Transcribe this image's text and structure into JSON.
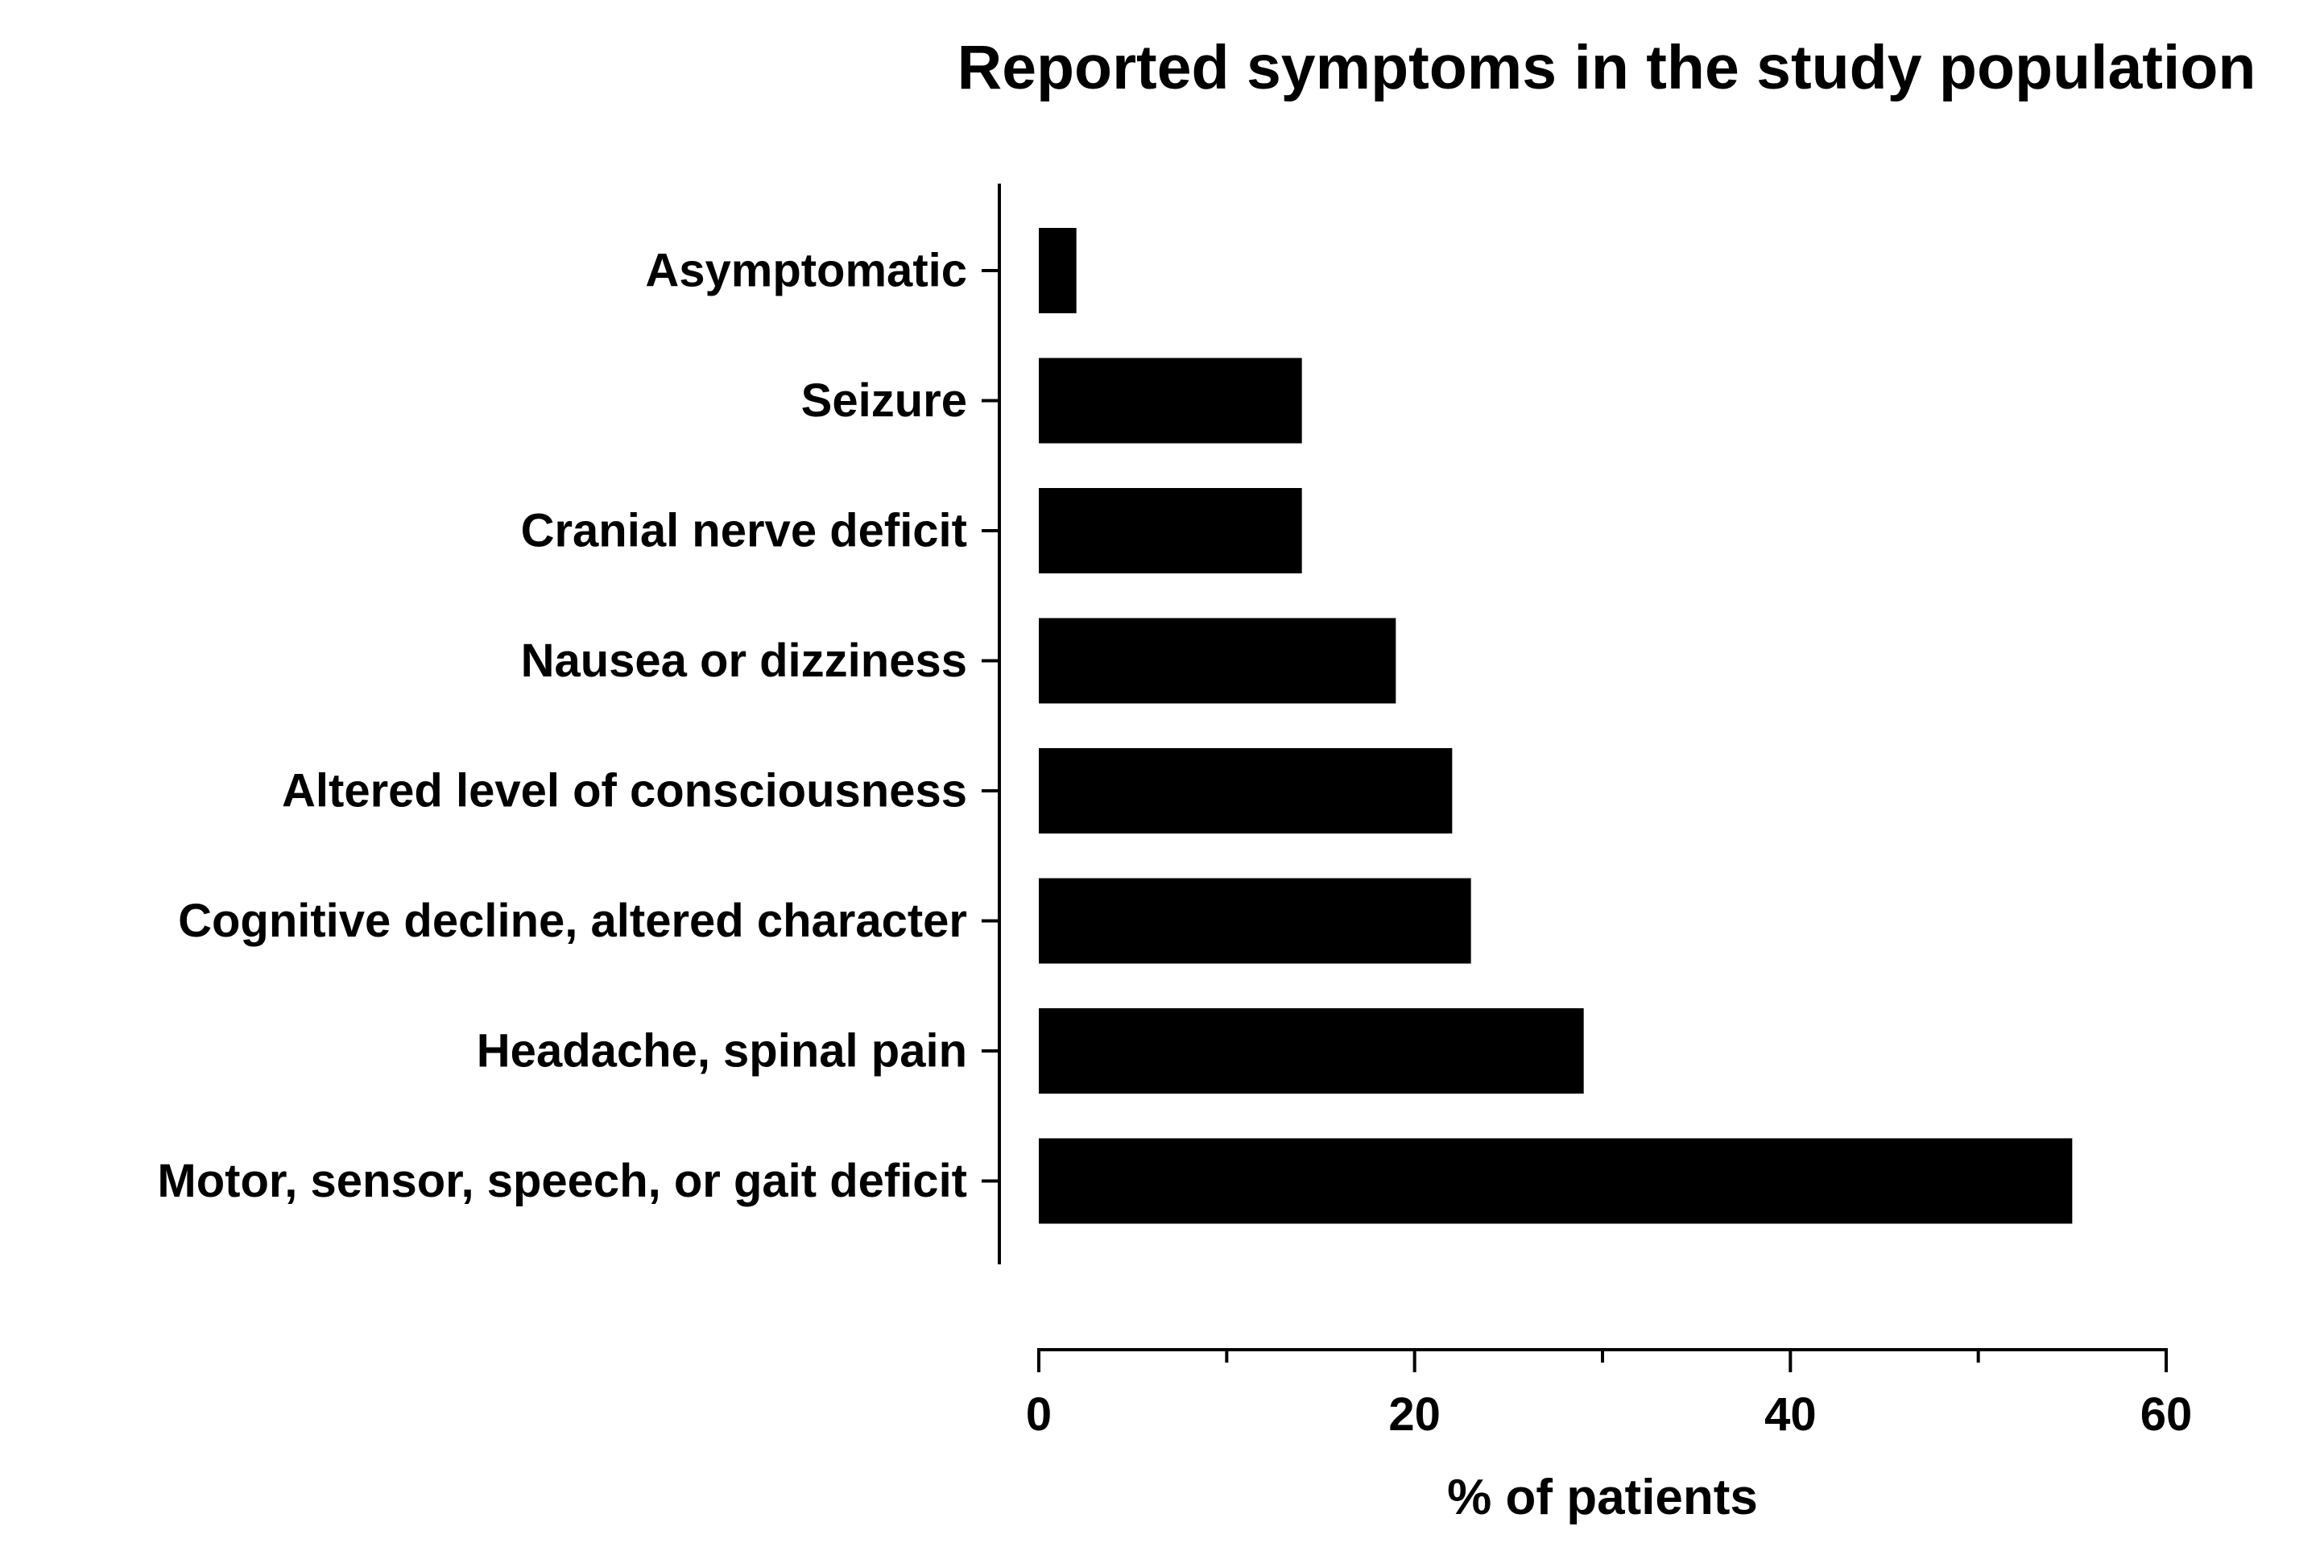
{
  "chart_data": {
    "type": "bar",
    "orientation": "horizontal",
    "title": "Reported symptoms in the study population",
    "xlabel": "% of patients",
    "ylabel": "",
    "categories": [
      "Asymptomatic",
      "Seizure",
      "Cranial nerve deficit",
      "Nausea or dizziness",
      "Altered level of consciousness",
      "Cognitive decline, altered character",
      "Headache, spinal pain",
      "Motor, sensor, speech, or gait deficit"
    ],
    "values": [
      2,
      14,
      14,
      19,
      22,
      23,
      29,
      55
    ],
    "xlim": [
      0,
      60
    ],
    "xticks": [
      0,
      20,
      40,
      60
    ],
    "xticklabels": [
      "0",
      "20",
      "40",
      "60"
    ],
    "minor_xticks": [
      10,
      30,
      50
    ],
    "grid": false,
    "legend": "none",
    "colors": {
      "bar": "#000000",
      "axis": "#000000",
      "background": "#ffffff"
    }
  }
}
